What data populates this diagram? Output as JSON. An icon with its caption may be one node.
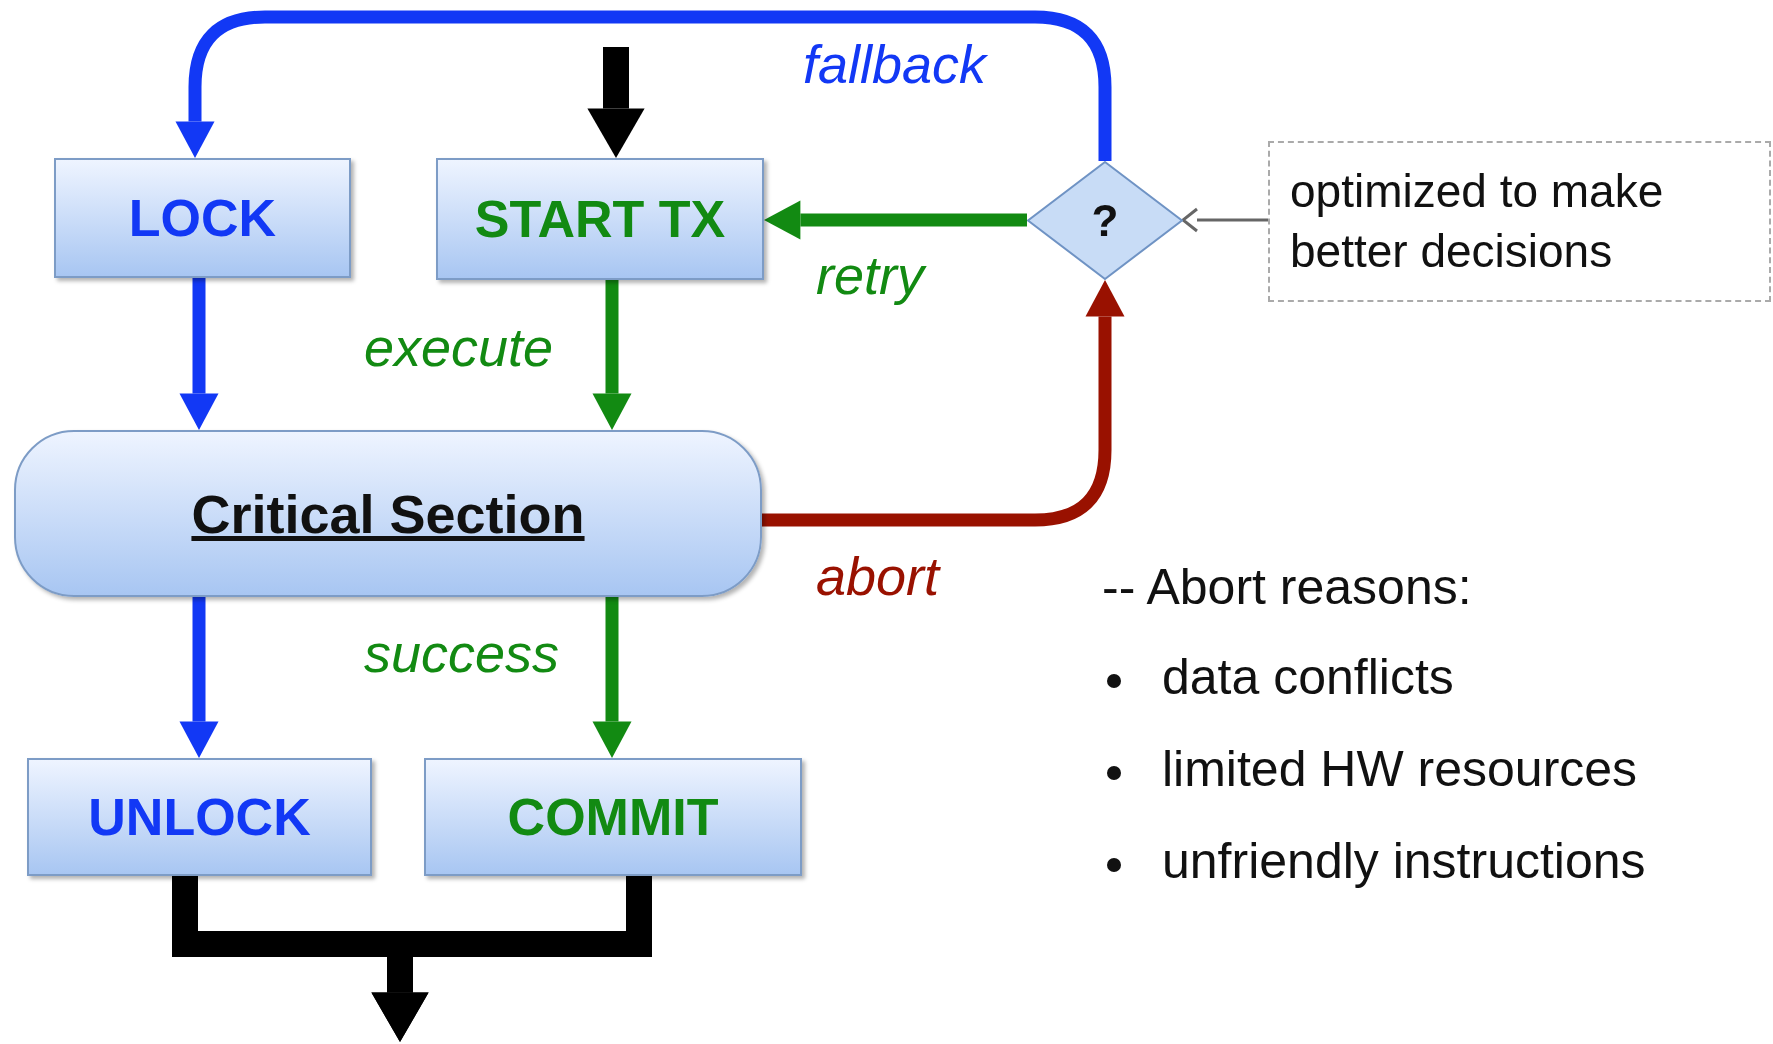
{
  "diagram": {
    "nodes": [
      {
        "text": [
          "LOCK"
        ]
      },
      {
        "text": [
          "START TX"
        ]
      },
      {
        "text": [
          "?"
        ]
      },
      {
        "text": [
          "optimized to make better decisions"
        ]
      },
      {
        "text": [
          "Critical Section"
        ]
      },
      {
        "text": [
          "UNLOCK"
        ]
      },
      {
        "text": [
          "COMMIT"
        ]
      }
    ],
    "edges": [
      {
        "from": null,
        "to": 1,
        "arrow": "to",
        "style": "thick"
      },
      {
        "from": 1,
        "to": 4,
        "arrow": "to",
        "label": "execute",
        "color": "#128a12"
      },
      {
        "from": 0,
        "to": 4,
        "arrow": "to",
        "color": "#1238f5"
      },
      {
        "from": 4,
        "to": 2,
        "arrow": "to",
        "label": "abort",
        "color": "#991100"
      },
      {
        "from": 2,
        "to": 1,
        "arrow": "to",
        "label": "retry",
        "color": "#128a12"
      },
      {
        "from": 2,
        "to": 0,
        "arrow": "to",
        "label": "fallback",
        "color": "#1238f5"
      },
      {
        "from": 4,
        "to": 5,
        "arrow": "to",
        "color": "#1238f5"
      },
      {
        "from": 4,
        "to": 6,
        "arrow": "to",
        "label": "success",
        "color": "#128a12"
      },
      {
        "from": 5,
        "to": null,
        "arrow": "to",
        "style": "thick"
      },
      {
        "from": 6,
        "to": null,
        "arrow": "to",
        "style": "thick"
      },
      {
        "from": 3,
        "to": 2,
        "arrow": "to",
        "color": "#666666"
      }
    ],
    "labels": [
      "-- Abort reasons:",
      "data conflicts",
      "limited HW resources",
      "unfriendly instructions"
    ]
  }
}
